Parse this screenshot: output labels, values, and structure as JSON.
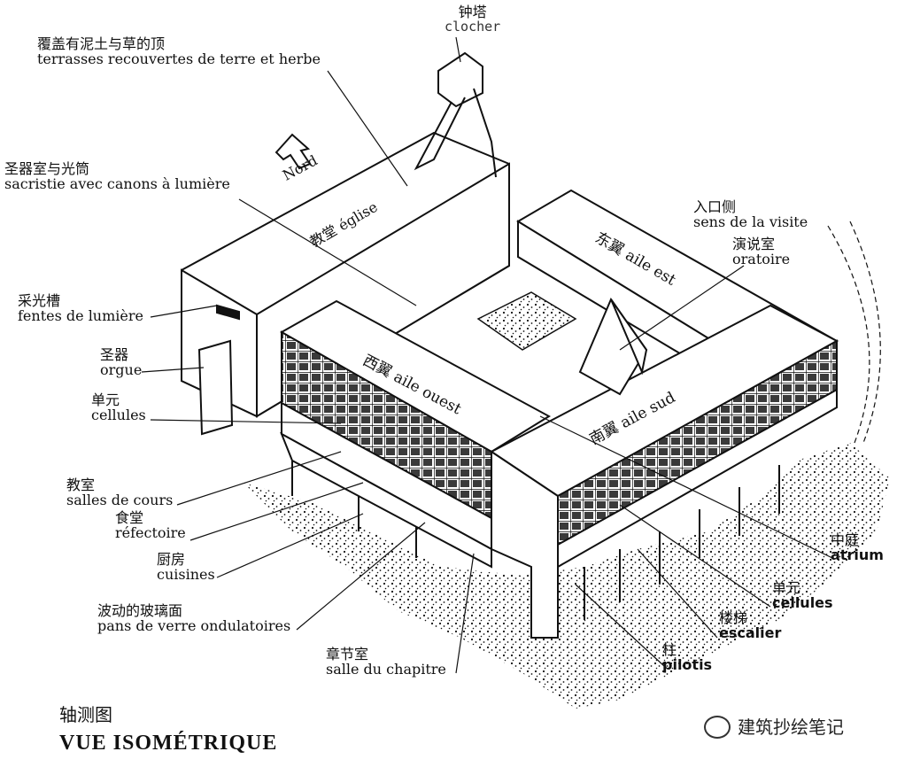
{
  "labels": {
    "clocher": {
      "zh": "钟塔",
      "fr": "clocher"
    },
    "terrasses": {
      "zh": "覆盖有泥土与草的顶",
      "fr": "terrasses recouvertes de terre et herbe"
    },
    "sacristie": {
      "zh": "圣器室与光筒",
      "fr": "sacristie avec canons à lumière"
    },
    "fentes": {
      "zh": "采光槽",
      "fr": "fentes de lumière"
    },
    "orgue": {
      "zh": "圣器",
      "fr": "orgue"
    },
    "cellules_w": {
      "zh": "单元",
      "fr": "cellules"
    },
    "salles": {
      "zh": "教室",
      "fr": "salles de cours"
    },
    "refectoire": {
      "zh": "食堂",
      "fr": "réfectoire"
    },
    "cuisines": {
      "zh": "厨房",
      "fr": "cuisines"
    },
    "pans": {
      "zh": "波动的玻璃面",
      "fr": "pans de verre ondulatoires"
    },
    "chapitre": {
      "zh": "章节室",
      "fr": "salle du chapitre"
    },
    "pilotis": {
      "zh": "柱",
      "fr": "pilotis"
    },
    "escalier": {
      "zh": "楼梯",
      "fr": "escalier"
    },
    "cellules_e": {
      "zh": "单元",
      "fr": "cellules"
    },
    "atrium": {
      "zh": "中庭",
      "fr": "atrium"
    },
    "visite": {
      "zh": "入口侧",
      "fr": "sens de la visite"
    },
    "oratoire": {
      "zh": "演说室",
      "fr": "oratoire"
    }
  },
  "onplan": {
    "nord": "Nord",
    "eglise": "教堂 église",
    "aile_est": "东翼 aile est",
    "aile_ouest": "西翼 aile ouest",
    "aile_sud": "南翼 aile sud"
  },
  "title": {
    "zh": "轴测图",
    "fr": "VUE ISOMÉTRIQUE"
  },
  "watermark": "建筑抄绘笔记"
}
